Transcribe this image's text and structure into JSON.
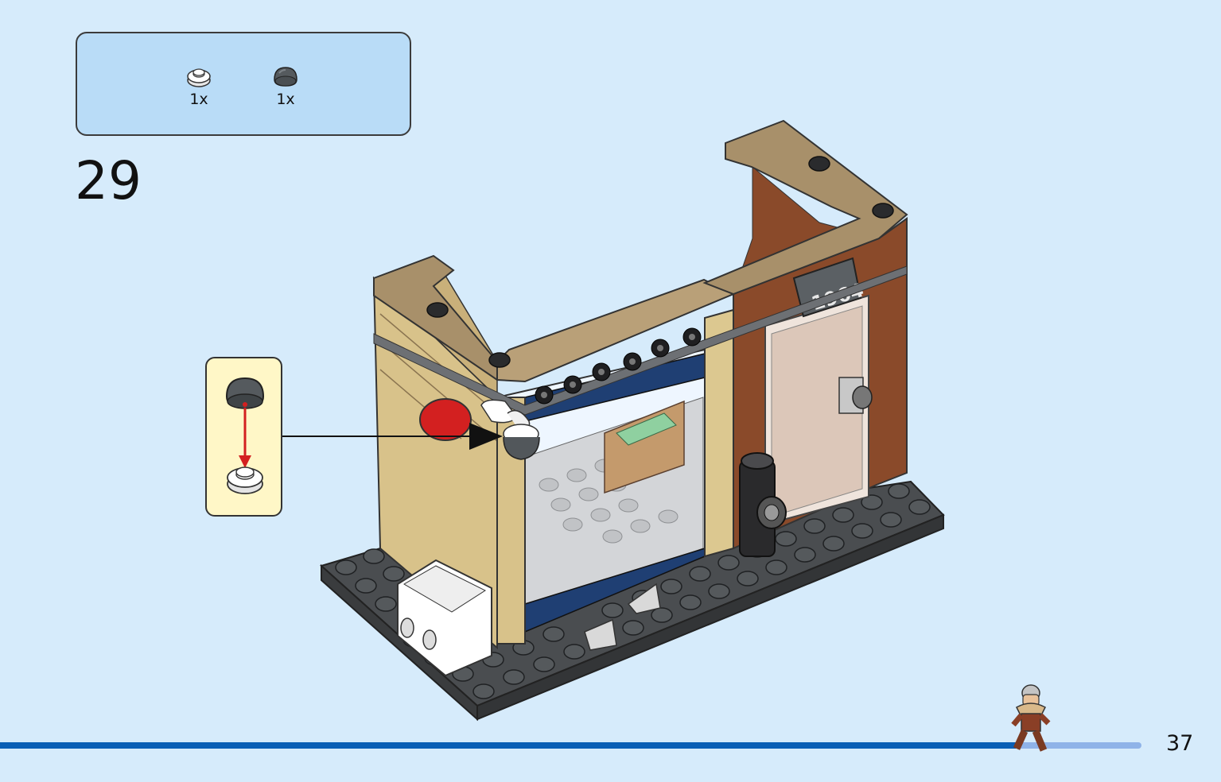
{
  "parts_list": {
    "items": [
      {
        "icon": "white-round-plate-icon",
        "qty": "1x",
        "color": "#ffffff"
      },
      {
        "icon": "dark-dome-piece-icon",
        "qty": "1x",
        "color": "#555a5e"
      }
    ]
  },
  "step": {
    "number": "29"
  },
  "model": {
    "sign_text": "1964"
  },
  "footer": {
    "page_number": "37",
    "progress": 0.89
  },
  "colors": {
    "background": "#d6ebfb",
    "parts_box": "#b9dcf7",
    "callout": "#fff7c7",
    "progress_fill": "#0a5fb5",
    "progress_track": "#8fb3e8"
  }
}
